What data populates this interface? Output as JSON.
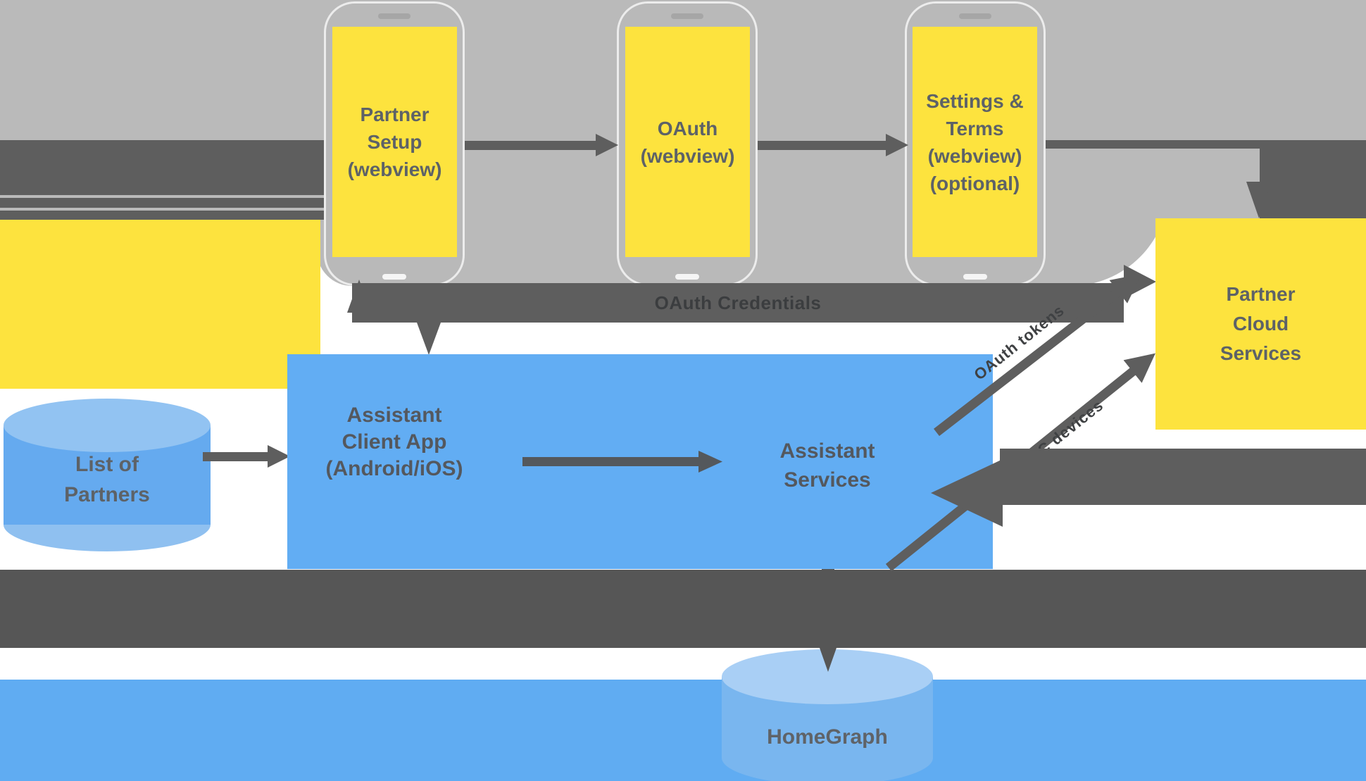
{
  "colors": {
    "backdrop_gray": "#bababa",
    "arrow_dark_gray": "#5e5e5e",
    "box_yellow": "#fde33e",
    "box_blue": "#62adf3",
    "cylinder_light_blue": "#92c3f2",
    "bottom_band_blue": "#60acf2",
    "text_gray": "#5d6267"
  },
  "phones": [
    {
      "screen_lines": [
        "Partner",
        "Setup",
        "(webview)"
      ]
    },
    {
      "screen_lines": [
        "OAuth",
        "(webview)"
      ]
    },
    {
      "screen_lines": [
        "Settings &",
        "Terms",
        "(webview)",
        "(optional)"
      ]
    }
  ],
  "boxes": {
    "partner_cloud": {
      "lines": [
        "Partner",
        "Cloud",
        "Services"
      ]
    },
    "assistant_client": {
      "lines": [
        "Assistant",
        "Client App",
        "(Android/iOS)"
      ]
    },
    "assistant_services": {
      "lines": [
        "Assistant",
        "Services"
      ]
    }
  },
  "datastores": {
    "list_of_partners": {
      "lines": [
        "List of",
        "Partners"
      ]
    },
    "homegraph": {
      "label": "HomeGraph"
    }
  },
  "arrow_labels": {
    "oauth_credentials": "OAuth Credentials",
    "diagonal_upper": "OAuth tokens",
    "diagonal_lower": "SYNC devices"
  }
}
